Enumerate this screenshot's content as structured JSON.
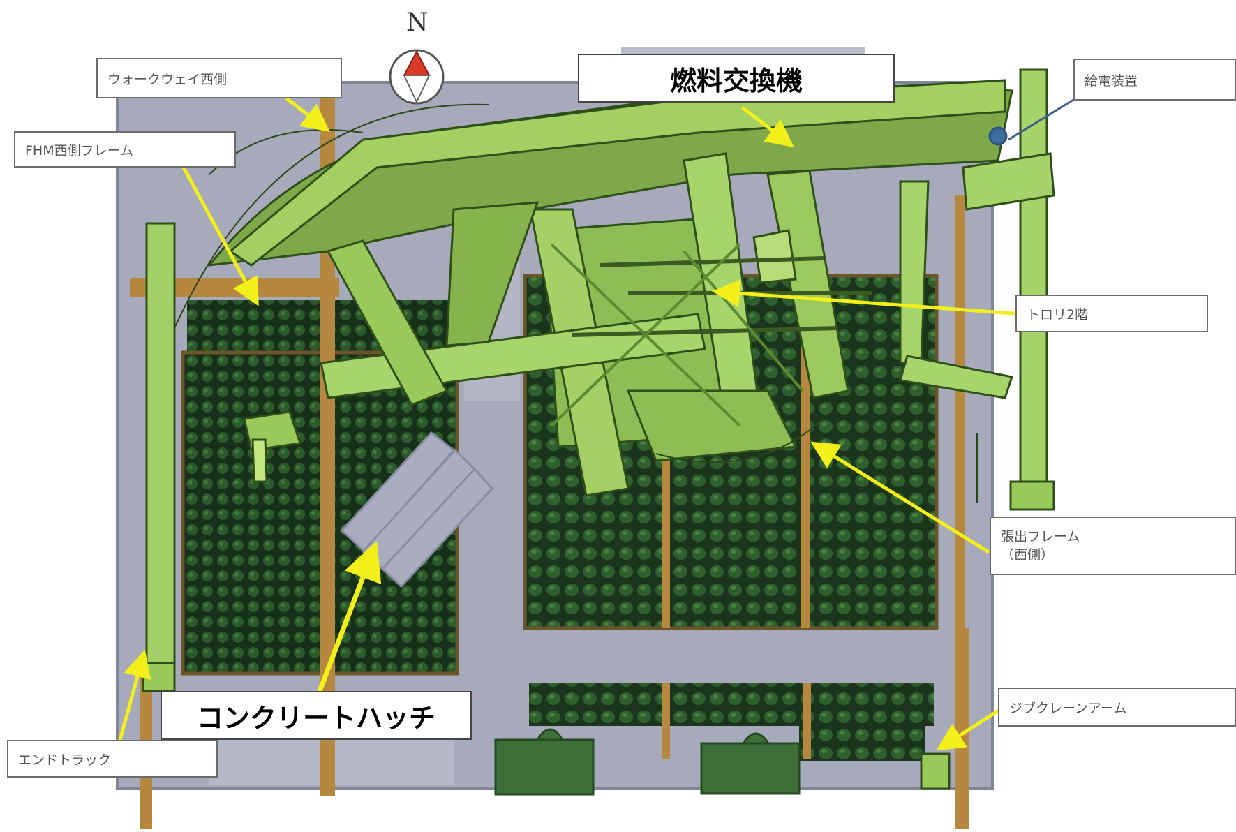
{
  "compass": {
    "north_label": "N"
  },
  "labels": {
    "walkway_west": "ウォークウェイ西側",
    "fhm_west_frame": "FHM西側フレーム",
    "fuel_handling_machine": "燃料交換機",
    "power_supply": "給電装置",
    "trolley_2f": "トロリ2階",
    "overhang_frame_line1": "張出フレーム",
    "overhang_frame_line2": "（西側）",
    "concrete_hatch": "コンクリートハッチ",
    "jib_crane_arm": "ジブクレーンアーム",
    "end_track": "エンドトラック"
  },
  "colors": {
    "debris_green": "#9ccc5c",
    "debris_dark": "#4e7a2a",
    "pool_floor": "#a9aec0",
    "fuel_rack": "#1f3d1c",
    "rail": "#b5873f",
    "arrow_yellow": "#f2ef1a",
    "compass_red": "#d93b2b"
  }
}
